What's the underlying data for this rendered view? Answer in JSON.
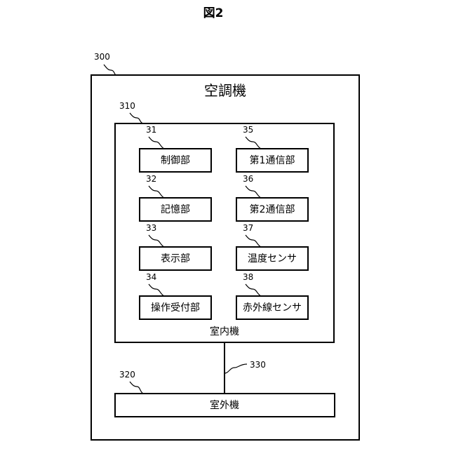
{
  "figure_title": "図2",
  "device": {
    "ref": "300",
    "title": "空調機"
  },
  "indoor_unit": {
    "ref": "310",
    "label": "室内機"
  },
  "components_left": [
    {
      "ref": "31",
      "label": "制御部"
    },
    {
      "ref": "32",
      "label": "記憶部"
    },
    {
      "ref": "33",
      "label": "表示部"
    },
    {
      "ref": "34",
      "label": "操作受付部"
    }
  ],
  "components_right": [
    {
      "ref": "35",
      "label": "第1通信部"
    },
    {
      "ref": "36",
      "label": "第2通信部"
    },
    {
      "ref": "37",
      "label": "温度センサ"
    },
    {
      "ref": "38",
      "label": "赤外線センサ"
    }
  ],
  "connection": {
    "ref": "330"
  },
  "outdoor_unit": {
    "ref": "320",
    "label": "室外機"
  }
}
